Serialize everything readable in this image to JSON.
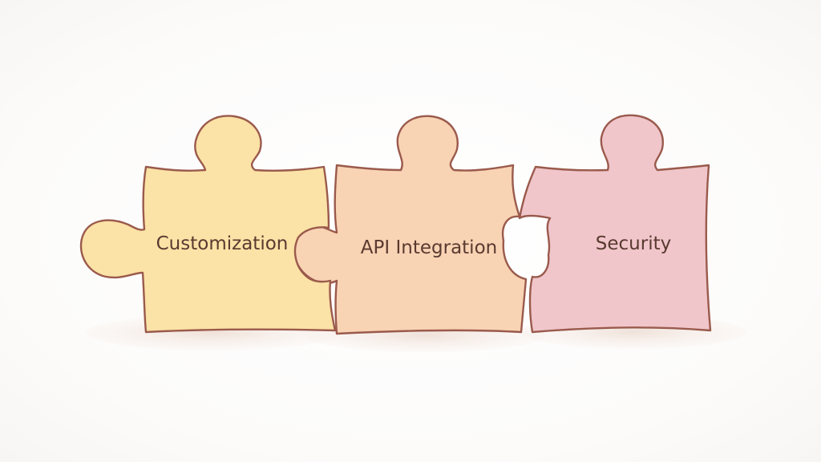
{
  "pieces": [
    {
      "label": "Customization",
      "fill": "#fbe2a6",
      "stroke": "#9a5a4c"
    },
    {
      "label": "API Integration",
      "fill": "#f8d3b4",
      "stroke": "#9a5a4c"
    },
    {
      "label": "Security",
      "fill": "#f0c6cb",
      "stroke": "#9a5a4c"
    }
  ],
  "colors": {
    "shadow": "#f3e6df",
    "background": "#fdfcfb"
  }
}
